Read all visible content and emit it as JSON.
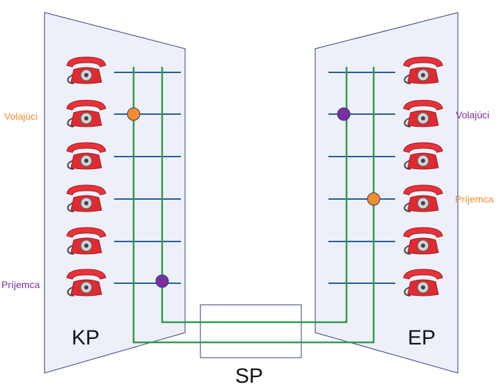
{
  "colors": {
    "panel_fill": "#eef0f9",
    "panel_stroke": "#2e3a7a",
    "line_blue": "#1f5c99",
    "line_green": "#2e9a4a",
    "orange": "#f28c2c",
    "purple": "#7a2ea0",
    "phone_red": "#e02a32",
    "text_dark": "#111111"
  },
  "left_panel": {
    "name": "KP",
    "caller_label": "Volajúci",
    "receiver_label": "Príjemca",
    "caller_color": "orange",
    "receiver_color": "purple"
  },
  "right_panel": {
    "name": "EP",
    "caller_label": "Volajúci",
    "receiver_label": "Príjemca",
    "caller_color": "purple",
    "receiver_color": "orange"
  },
  "switch_box": {
    "name": "SP"
  },
  "phones": {
    "icon": "telephone-icon",
    "count_per_side": 6
  }
}
